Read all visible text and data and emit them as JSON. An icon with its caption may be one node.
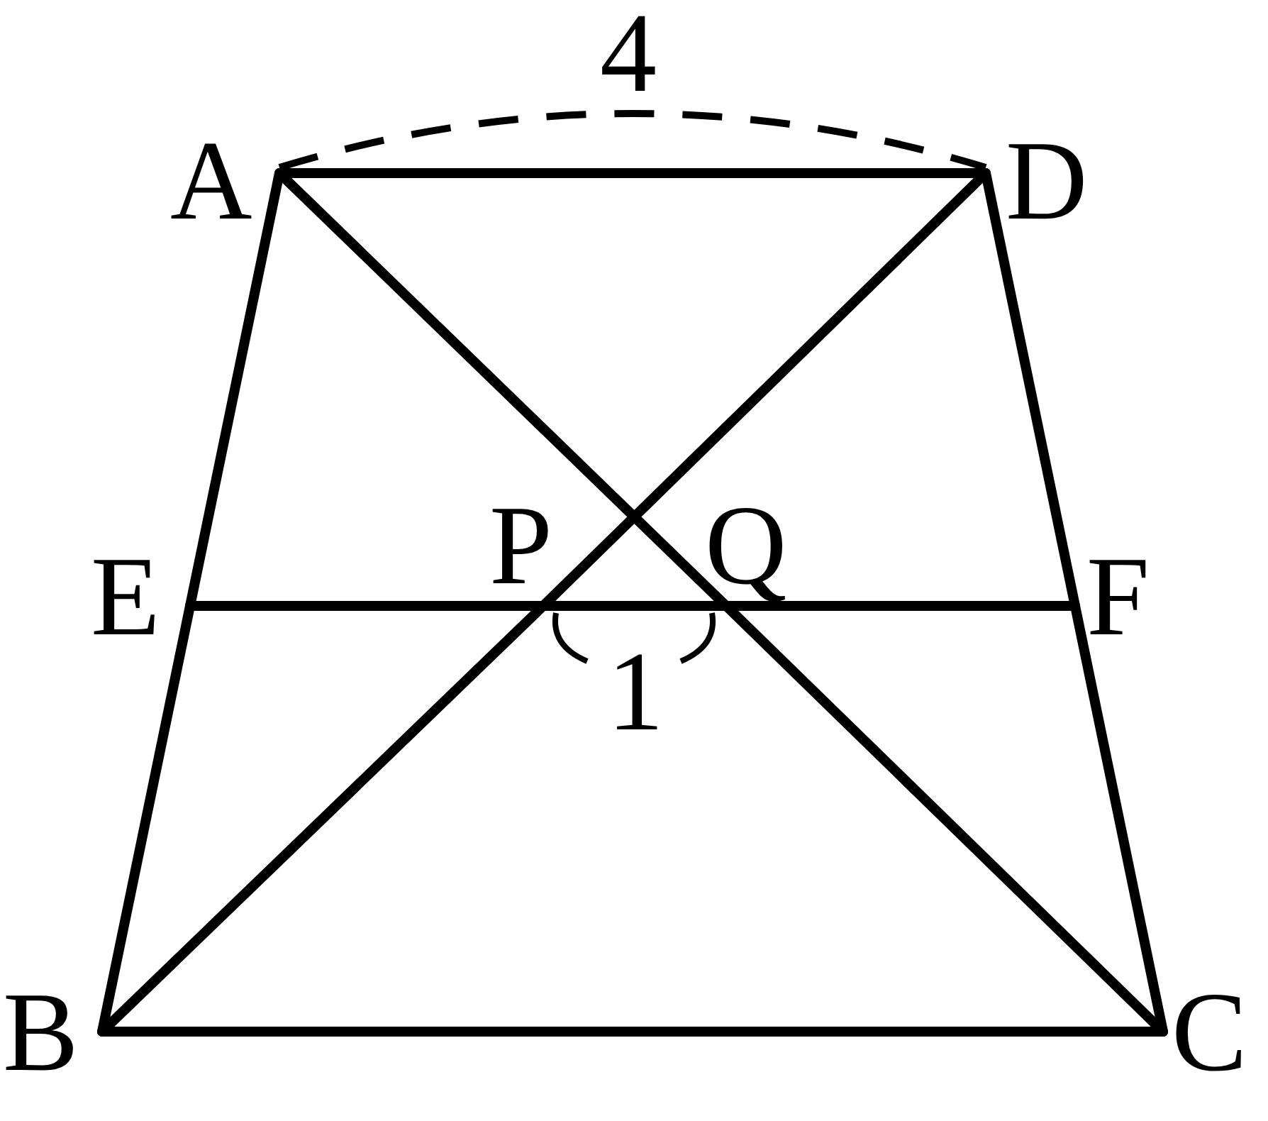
{
  "diagram": {
    "nodes": [
      {
        "text": [
          "A"
        ]
      },
      {
        "text": [
          "D"
        ]
      },
      {
        "text": [
          "E"
        ]
      },
      {
        "text": [
          "P"
        ]
      },
      {
        "text": [
          "Q"
        ]
      },
      {
        "text": [
          "F"
        ]
      },
      {
        "text": [
          "B"
        ]
      },
      {
        "text": [
          "C"
        ]
      }
    ],
    "edges": [
      {
        "from": 0,
        "to": 1,
        "arrow": "none"
      },
      {
        "from": 0,
        "to": 2,
        "arrow": "none"
      },
      {
        "from": 2,
        "to": 6,
        "arrow": "none"
      },
      {
        "from": 1,
        "to": 5,
        "arrow": "none"
      },
      {
        "from": 5,
        "to": 7,
        "arrow": "none"
      },
      {
        "from": 6,
        "to": 7,
        "arrow": "none"
      },
      {
        "from": 0,
        "to": 4,
        "arrow": "none"
      },
      {
        "from": 4,
        "to": 7,
        "arrow": "none"
      },
      {
        "from": 1,
        "to": 3,
        "arrow": "none"
      },
      {
        "from": 3,
        "to": 6,
        "arrow": "none"
      },
      {
        "from": 2,
        "to": 3,
        "arrow": "none"
      },
      {
        "from": 3,
        "to": 4,
        "arrow": "none"
      },
      {
        "from": 4,
        "to": 5,
        "arrow": "none"
      }
    ],
    "labels": [
      "4",
      "1"
    ]
  }
}
